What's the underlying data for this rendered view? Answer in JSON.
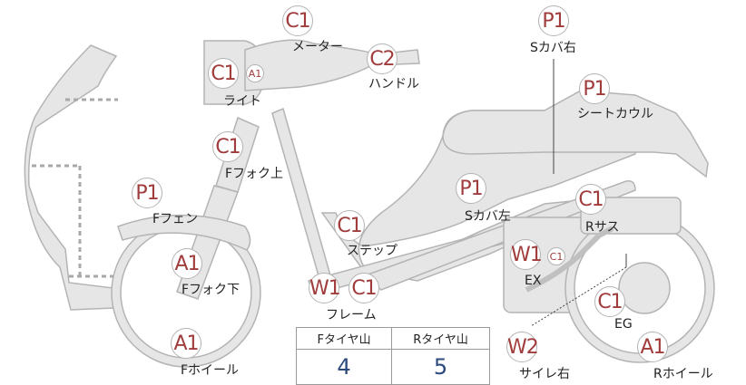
{
  "parts": [
    {
      "id": "meter",
      "grade": "C1",
      "label": "メーター"
    },
    {
      "id": "handle",
      "grade": "C2",
      "label": "ハンドル"
    },
    {
      "id": "light",
      "grade": "C1",
      "grade_minor": "A1",
      "label": "ライト"
    },
    {
      "id": "side-cover-right",
      "grade": "P1",
      "label": "Sカバ右"
    },
    {
      "id": "seat-cowl",
      "grade": "P1",
      "label": "シートカウル"
    },
    {
      "id": "fork-upper",
      "grade": "C1",
      "label": "Fフォク上"
    },
    {
      "id": "front-fender",
      "grade": "P1",
      "label": "Fフェン"
    },
    {
      "id": "side-cover-left",
      "grade": "P1",
      "label": "Sカバ左"
    },
    {
      "id": "step",
      "grade": "C1",
      "label": "ステップ"
    },
    {
      "id": "rear-suspension",
      "grade": "C1",
      "label": "Rサス"
    },
    {
      "id": "fork-lower",
      "grade": "A1",
      "label": "Fフォク下"
    },
    {
      "id": "exhaust",
      "grade": "W1",
      "grade_minor": "C1",
      "label": "EX"
    },
    {
      "id": "frame",
      "grade": "W1",
      "grade2": "C1",
      "label": "フレーム"
    },
    {
      "id": "engine",
      "grade": "C1",
      "label": "EG"
    },
    {
      "id": "front-wheel",
      "grade": "A1",
      "label": "Fホイール"
    },
    {
      "id": "muffler-right",
      "grade": "W2",
      "label": "サイレ右"
    },
    {
      "id": "rear-wheel",
      "grade": "A1",
      "label": "Rホイール"
    }
  ],
  "tread_table": {
    "headers": [
      "Fタイヤ山",
      "Rタイヤ山"
    ],
    "values": [
      "4",
      "5"
    ]
  },
  "colors": {
    "grade_text": "#a03c3c",
    "part_fill": "#e6e6e6",
    "part_stroke": "#b4b4b4",
    "dotted_line": "#a8a8a8",
    "tread_value": "#2b4a7e"
  }
}
